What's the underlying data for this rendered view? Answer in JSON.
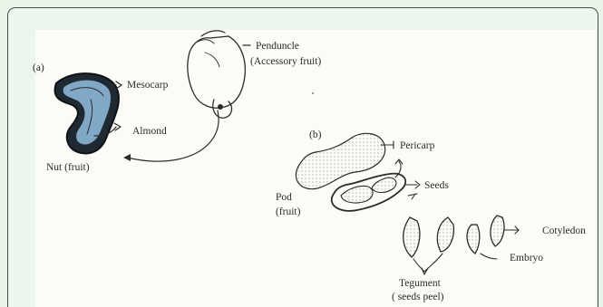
{
  "panels": {
    "a": {
      "tag": "(a)"
    },
    "b": {
      "tag": "(b)"
    }
  },
  "labels": {
    "mesocarp": "Mesocarp",
    "almond": "Almond",
    "nut_fruit": "Nut (fruit)",
    "peduncle_line1": "Penduncle",
    "peduncle_line2": "(Accessory fruit)",
    "pericarp": "Pericarp",
    "seeds": "Seeds",
    "pod_line1": "Pod",
    "pod_line2": "(fruit)",
    "cotyledon": "Cotyledon",
    "embryo": "Embryo",
    "tegument_line1": "Tegument",
    "tegument_line2": "( seeds peel)"
  },
  "colors": {
    "background": "#e9f4e8",
    "paper": "#fbfbf8",
    "ink": "#2b2b2b",
    "nut_blue": "#7fa9c6",
    "nut_dark": "#1d2a33"
  }
}
